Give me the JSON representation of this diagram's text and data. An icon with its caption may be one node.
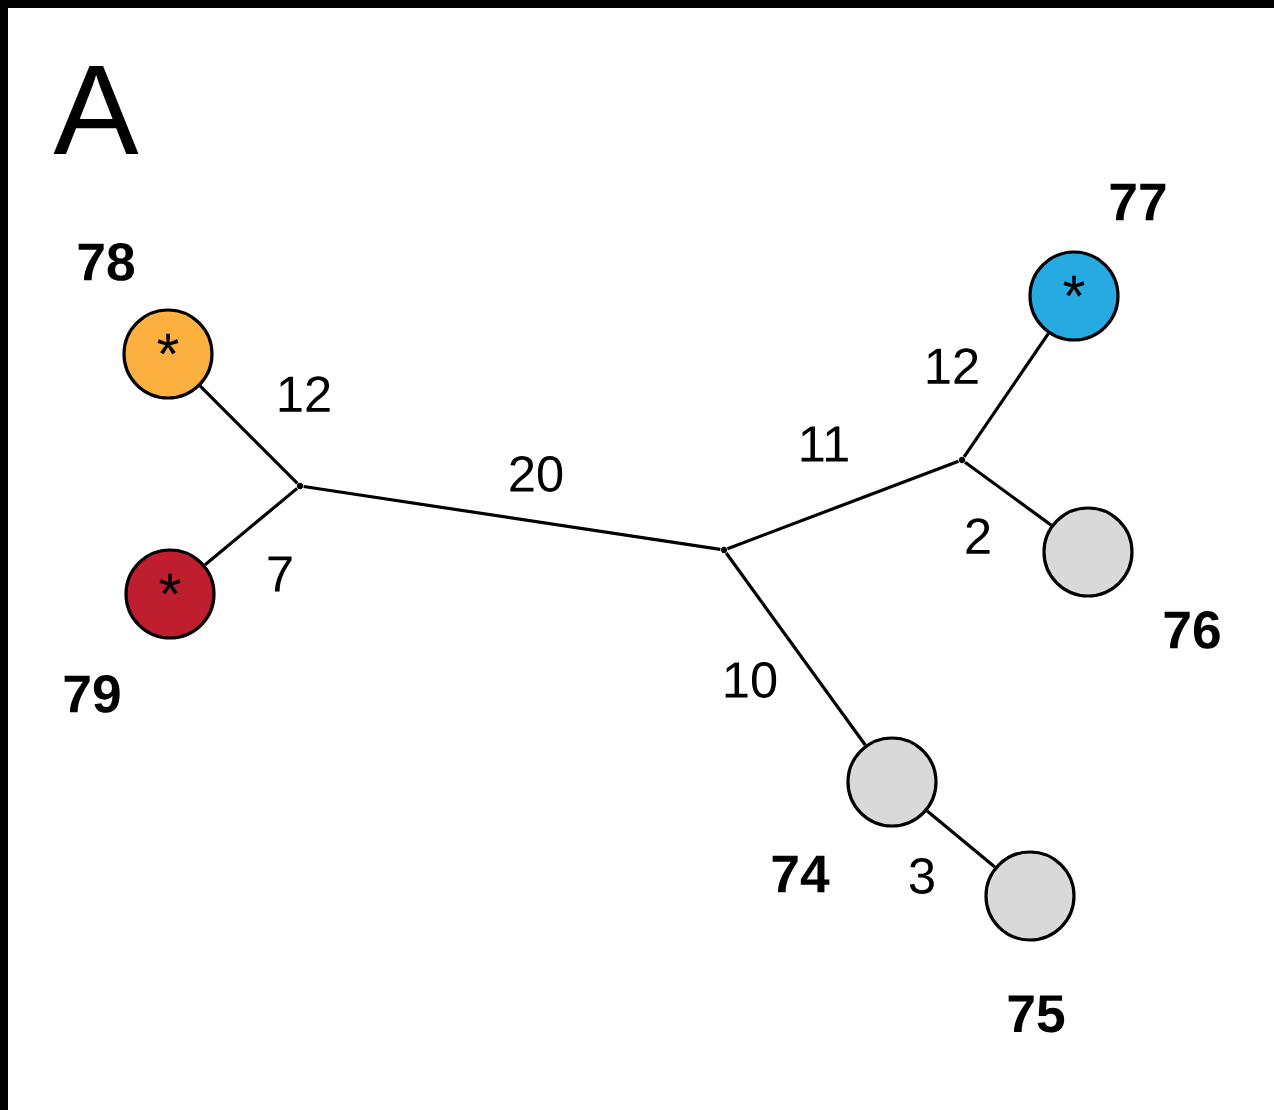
{
  "diagram": {
    "nodes": [
      {
        "text": [
          "*"
        ],
        "beside": [
          "78"
        ]
      },
      {
        "text": [
          "*"
        ],
        "beside": [
          "79"
        ]
      },
      {
        "text": [
          "*"
        ],
        "beside": [
          "77"
        ]
      },
      {
        "text": [],
        "shape": "circle",
        "beside": [
          "76"
        ]
      },
      {
        "text": [],
        "shape": "circle",
        "beside": [
          "74"
        ]
      },
      {
        "text": [],
        "shape": "circle",
        "beside": [
          "75"
        ]
      },
      {
        "text": [],
        "shape": "point"
      },
      {
        "text": [],
        "shape": "point"
      },
      {
        "text": [],
        "shape": "point"
      }
    ],
    "edges": [
      {
        "from": 6,
        "to": 0,
        "arrow": "none",
        "label": "12"
      },
      {
        "from": 6,
        "to": 1,
        "arrow": "none",
        "label": "7"
      },
      {
        "from": 6,
        "to": 7,
        "arrow": "none",
        "label": "20"
      },
      {
        "from": 7,
        "to": 8,
        "arrow": "none",
        "label": "11"
      },
      {
        "from": 8,
        "to": 2,
        "arrow": "none",
        "label": "12"
      },
      {
        "from": 8,
        "to": 3,
        "arrow": "none",
        "label": "2"
      },
      {
        "from": 7,
        "to": 4,
        "arrow": "none",
        "label": "10"
      },
      {
        "from": 4,
        "to": 5,
        "arrow": "none",
        "label": "3"
      }
    ],
    "labels": [
      "A"
    ]
  }
}
